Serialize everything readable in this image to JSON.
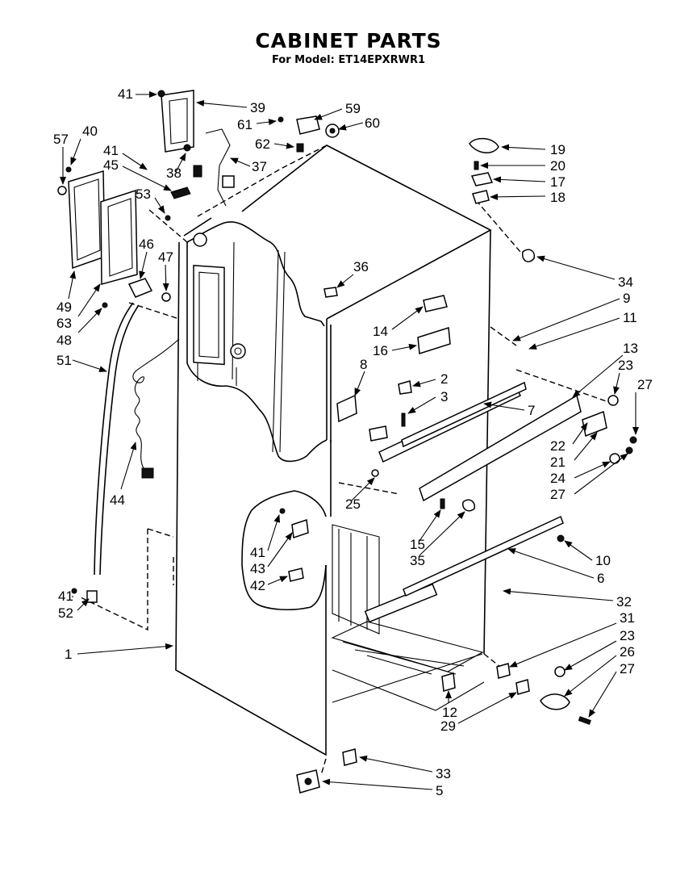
{
  "header": {
    "title": "CABINET PARTS",
    "subtitle": "For Model: ET14EPXRWR1"
  },
  "diagram": {
    "callouts": [
      {
        "id": "41a",
        "label": "41"
      },
      {
        "id": "39",
        "label": "39"
      },
      {
        "id": "59",
        "label": "59"
      },
      {
        "id": "61",
        "label": "61"
      },
      {
        "id": "60",
        "label": "60"
      },
      {
        "id": "62",
        "label": "62"
      },
      {
        "id": "57",
        "label": "57"
      },
      {
        "id": "40",
        "label": "40"
      },
      {
        "id": "41b",
        "label": "41"
      },
      {
        "id": "45",
        "label": "45"
      },
      {
        "id": "38",
        "label": "38"
      },
      {
        "id": "37",
        "label": "37"
      },
      {
        "id": "53",
        "label": "53"
      },
      {
        "id": "46",
        "label": "46"
      },
      {
        "id": "47",
        "label": "47"
      },
      {
        "id": "49",
        "label": "49"
      },
      {
        "id": "63",
        "label": "63"
      },
      {
        "id": "48",
        "label": "48"
      },
      {
        "id": "51",
        "label": "51"
      },
      {
        "id": "44",
        "label": "44"
      },
      {
        "id": "19",
        "label": "19"
      },
      {
        "id": "20",
        "label": "20"
      },
      {
        "id": "17",
        "label": "17"
      },
      {
        "id": "18",
        "label": "18"
      },
      {
        "id": "34",
        "label": "34"
      },
      {
        "id": "36",
        "label": "36"
      },
      {
        "id": "9",
        "label": "9"
      },
      {
        "id": "11",
        "label": "11"
      },
      {
        "id": "14",
        "label": "14"
      },
      {
        "id": "16",
        "label": "16"
      },
      {
        "id": "13",
        "label": "13"
      },
      {
        "id": "23a",
        "label": "23"
      },
      {
        "id": "27a",
        "label": "27"
      },
      {
        "id": "8",
        "label": "8"
      },
      {
        "id": "2",
        "label": "2"
      },
      {
        "id": "3",
        "label": "3"
      },
      {
        "id": "7",
        "label": "7"
      },
      {
        "id": "22",
        "label": "22"
      },
      {
        "id": "21",
        "label": "21"
      },
      {
        "id": "24",
        "label": "24"
      },
      {
        "id": "27b",
        "label": "27"
      },
      {
        "id": "25",
        "label": "25"
      },
      {
        "id": "15",
        "label": "15"
      },
      {
        "id": "35",
        "label": "35"
      },
      {
        "id": "10",
        "label": "10"
      },
      {
        "id": "6",
        "label": "6"
      },
      {
        "id": "41c",
        "label": "41"
      },
      {
        "id": "43",
        "label": "43"
      },
      {
        "id": "42",
        "label": "42"
      },
      {
        "id": "32",
        "label": "32"
      },
      {
        "id": "41d",
        "label": "41"
      },
      {
        "id": "52",
        "label": "52"
      },
      {
        "id": "1",
        "label": "1"
      },
      {
        "id": "31",
        "label": "31"
      },
      {
        "id": "23b",
        "label": "23"
      },
      {
        "id": "26",
        "label": "26"
      },
      {
        "id": "27c",
        "label": "27"
      },
      {
        "id": "12",
        "label": "12"
      },
      {
        "id": "29",
        "label": "29"
      },
      {
        "id": "33",
        "label": "33"
      },
      {
        "id": "5",
        "label": "5"
      }
    ]
  }
}
